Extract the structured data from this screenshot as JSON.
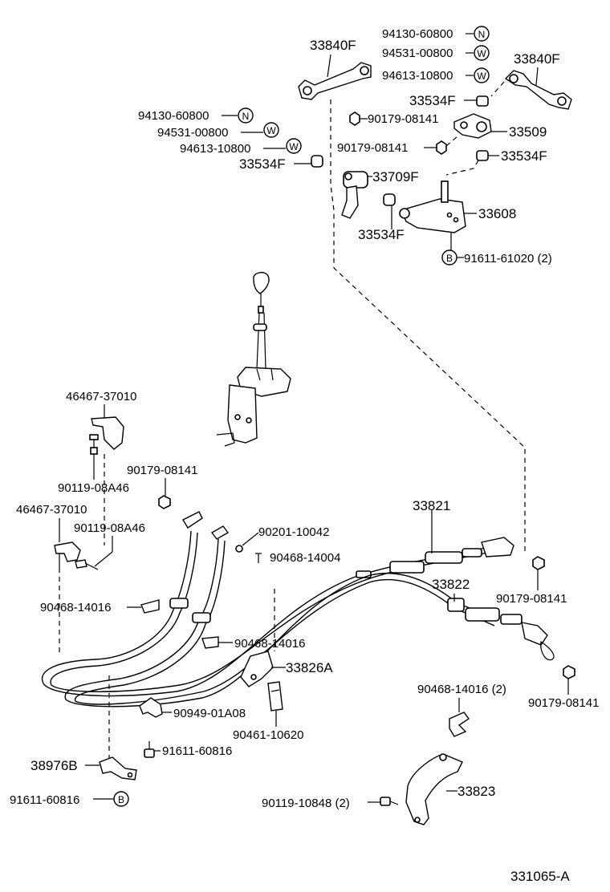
{
  "diagram": {
    "ref_code": "331065-A",
    "labels": {
      "p33840F_left": "33840F",
      "p33840F_right": "33840F",
      "p94130_top": "94130-60800",
      "p94531_top": "94531-00800",
      "p94613_top": "94613-10800",
      "p94130_mid": "94130-60800",
      "p94531_mid": "94531-00800",
      "p94613_mid": "94613-10800",
      "p33534F_a": "33534F",
      "p33534F_b": "33534F",
      "p33534F_c": "33534F",
      "p33534F_d": "33534F",
      "p90179_a": "90179-08141",
      "p90179_b": "90179-08141",
      "p90179_c": "90179-08141",
      "p90179_d": "90179-08141",
      "p90179_e": "90179-08141",
      "p33509": "33509",
      "p33709F": "33709F",
      "p33608": "33608",
      "p91611_61020": "91611-61020 (2)",
      "p46467_a": "46467-37010",
      "p46467_b": "46467-37010",
      "p90119_a": "90119-08A46",
      "p90119_b": "90119-08A46",
      "p90201": "90201-10042",
      "p90468_14004": "90468-14004",
      "p90468_14016_a": "90468-14016",
      "p90468_14016_b": "90468-14016",
      "p90468_14016_c": "90468-14016 (2)",
      "p33821": "33821",
      "p33822": "33822",
      "p33826A": "33826A",
      "p90949": "90949-01A08",
      "p90461": "90461-10620",
      "p38976B": "38976B",
      "p91611_60816_a": "91611-60816",
      "p91611_60816_b": "91611-60816",
      "p90119_10848": "90119-10848 (2)",
      "p33823": "33823"
    },
    "circle_markers": {
      "n": "N",
      "w": "W",
      "b": "B"
    }
  }
}
